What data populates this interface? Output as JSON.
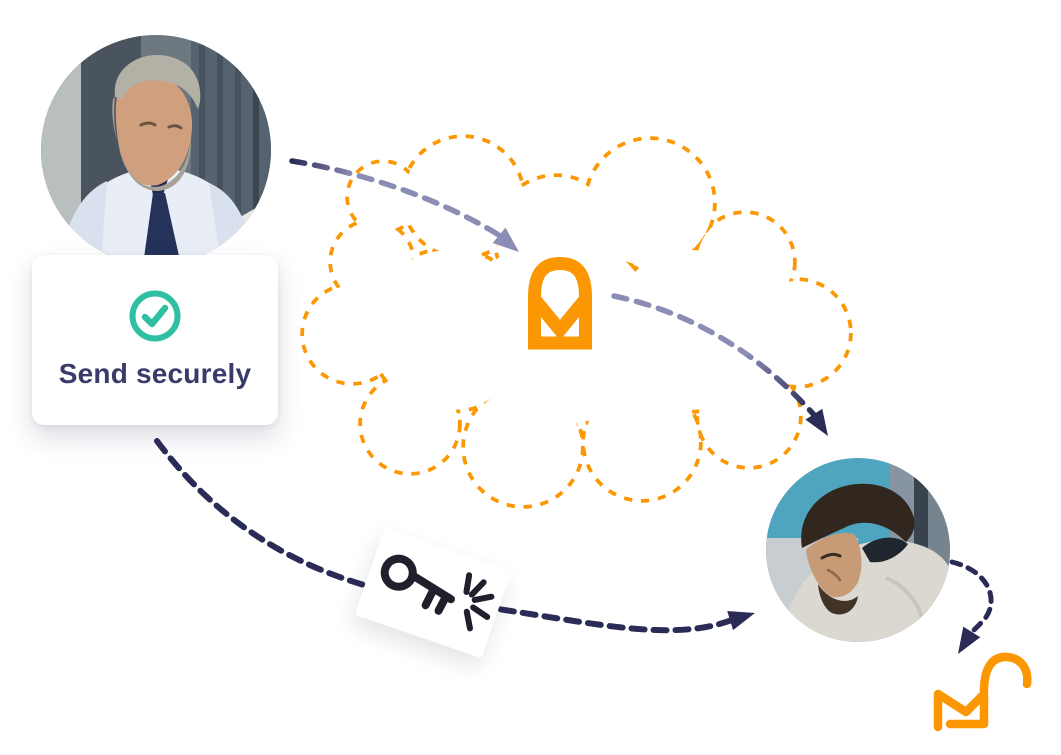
{
  "illustration": {
    "title_card": {
      "label": "Send securely",
      "icon": "check-circle-icon"
    },
    "cloud": {
      "icon": "mail-arch-logo-icon",
      "outline_style": "orange-dashed"
    },
    "key_card": {
      "icons": [
        "key-icon",
        "spark-burst-icon"
      ]
    },
    "bottom_right_icon": "open-lock-envelope-icon",
    "people": {
      "sender": "sender-photo",
      "recipient": "recipient-photo"
    },
    "arrows": [
      "arrow-sender-to-cloud",
      "arrow-cloud-to-recipient",
      "arrow-key-to-recipient",
      "arrow-recipient-to-unlock"
    ],
    "colors": {
      "accent_orange": "#FB9702",
      "arrow_navy": "#2B2B57",
      "arrow_gray_purple": "#8B8DB4",
      "teal_check": "#2FBFA3",
      "text_navy": "#3B3B6B",
      "card_background": "#FFFFFF",
      "page_background": "#FFFFFF",
      "key_black": "#20202C"
    }
  }
}
